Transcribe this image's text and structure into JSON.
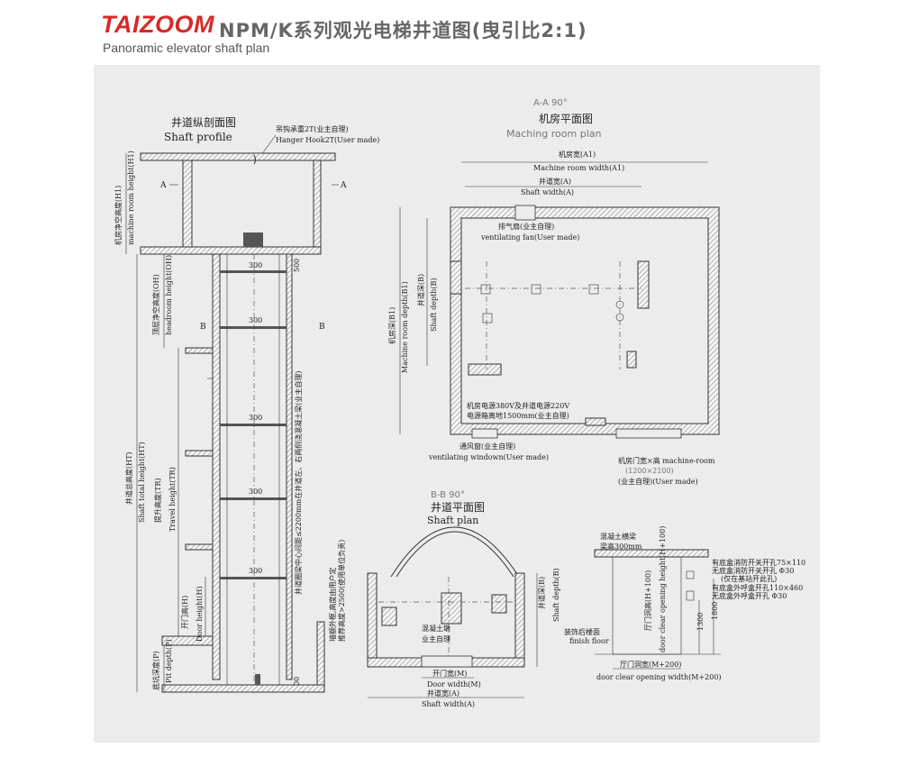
{
  "header": {
    "brand": "TAIZOOM",
    "title": "NPM/K系列观光电梯井道图(曳引比2:1)",
    "subtitle": "Panoramic elevator shaft plan"
  },
  "colors": {
    "brand": "#d62a2a",
    "sheet": "#ececec",
    "line": "#333333"
  },
  "profile": {
    "title_cn": "井道纵剖面图",
    "title_en": "Shaft profile",
    "hook_cn": "吊钩承重2T(业主自理)",
    "hook_en": "Hanger Hook2T(User made)",
    "section_a": "A",
    "section_b": "B",
    "dim_300": "300",
    "dim_500": "500",
    "mr_height_cn": "机房净空高度(H1)",
    "mr_height_en": "machine room height(H1)",
    "headroom_cn": "顶层净空高度(OH)",
    "headroom_en": "headroom height(OH)",
    "total_cn": "井道总高度(HT)",
    "total_en": "Shaft total height(HT)",
    "travel_cn": "提升高度(TR)",
    "travel_en": "Travel height(TR)",
    "door_cn": "开门高(H)",
    "door_en": "Door height(H)",
    "pit_cn": "底坑深度(P)",
    "pit_en": "Pit depth(P)",
    "note_center": "井道圈梁中心间距≤2200mm在井道左、右两侧浇混凝土梁(业主自理)",
    "note_frame1": "墙额外框,高度由用户定",
    "note_frame2": "推荐高度>2500(使用单位负责)"
  },
  "machine_room": {
    "section": "A-A 90°",
    "title_cn": "机房平面图",
    "title_en": "Maching room plan",
    "width_cn": "机房宽(A1)",
    "width_en": "Machine room width(A1)",
    "shaft_w_cn": "井道宽(A)",
    "shaft_w_en": "Shaft width(A)",
    "fan_cn": "排气扇(业主自理)",
    "fan_en": "ventilating fan(User made)",
    "depth_cn": "机房深(B1)",
    "depth_en": "Machine room depth(B1)",
    "shaft_d_cn": "井道深(B)",
    "shaft_d_en": "Shaft depth(B)",
    "power1": "机房电源380V及井道电源220V",
    "power2": "电源箱离地1500mm(业主自理)",
    "window_cn": "通风窗(业主自理)",
    "window_en": "ventilating windown(User made)",
    "door_cn": "机房门宽×高 machine-room",
    "door_size": "(1200×2100)",
    "door_user": "(业主自理)(User made)"
  },
  "shaft_plan": {
    "section": "B-B 90°",
    "title_cn": "井道平面图",
    "title_en": "Shaft plan",
    "beam_cn1": "混凝土墩",
    "beam_cn2": "业主自理",
    "depth_cn": "井道深(B)",
    "depth_en": "Shaft depth(B)",
    "door_w_cn": "开门宽(M)",
    "door_w_en": "Door width(M)",
    "width_cn": "井道宽(A)",
    "width_en": "Shaft width(A)"
  },
  "door_detail": {
    "beam_cn": "混凝土横梁",
    "beam_h": "梁高300mm",
    "fire_sw1": "有底盒消防开关开孔75×110",
    "fire_sw2": "无底盒消防开关开孔 Φ30",
    "fire_sw3": "(仅在基站开此孔)",
    "call1": "有底盒外呼盒开孔110×460",
    "call2": "无底盒外呼盒开孔 Φ30",
    "finish_cn": "装饰后楼面",
    "finish_en": "finish floor",
    "open_h_cn": "厅门洞高(H+100)",
    "open_h_en": "door clear opening height(H+100)",
    "open_w_cn": "厅门洞宽(M+200)",
    "open_w_en": "door clear opening width(M+200)",
    "dim_1300": "1300",
    "dim_1800": "1800"
  }
}
